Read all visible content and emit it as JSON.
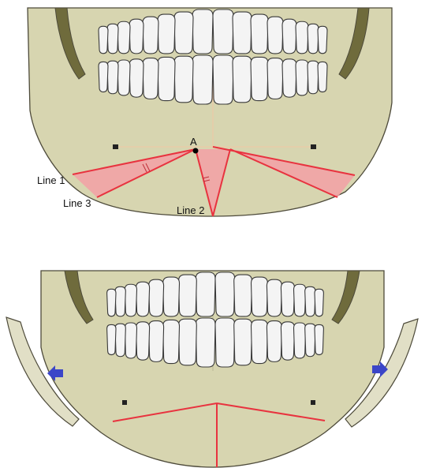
{
  "labels": {
    "point_a": "A",
    "line_1": "Line 1",
    "line_2": "Line 2",
    "line_3": "Line 3"
  },
  "colors": {
    "bone": "#d7d5b0",
    "bone_outline": "#4d4a3a",
    "shadow": "#6f6b3c",
    "tooth": "#f4f4f4",
    "tooth_outline": "#3a3a3a",
    "wedge_fill": "#f3a0a6",
    "cut_line": "#e8333f",
    "guide_line": "#f2c6a3",
    "arrow": "#3b45c8",
    "ramus_fragment": "#e1dfc6"
  }
}
